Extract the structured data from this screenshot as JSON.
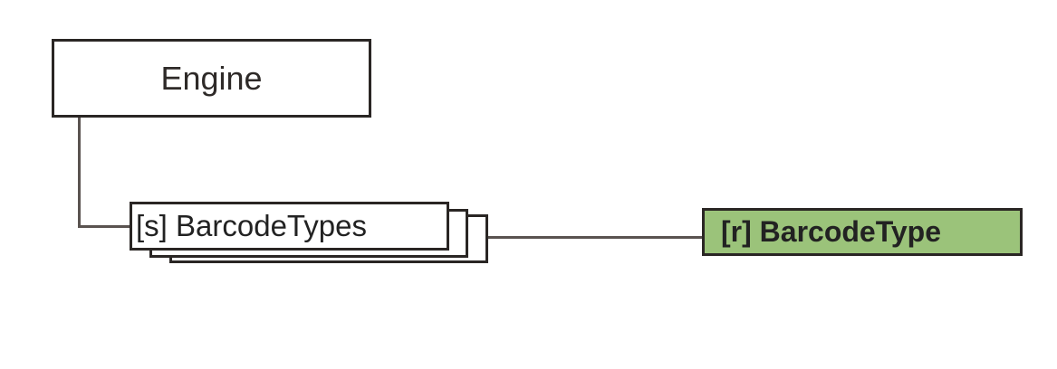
{
  "diagram": {
    "type": "schema-tree",
    "nodes": [
      {
        "id": "engine",
        "label": "Engine",
        "kind": "root"
      },
      {
        "id": "barcodetypes",
        "label": "[s] BarcodeTypes",
        "kind": "sequence-collection"
      },
      {
        "id": "barcodetype",
        "label": "[r] BarcodeType",
        "kind": "reference",
        "fill": "#9bc37a"
      }
    ],
    "edges": [
      {
        "from": "engine",
        "to": "barcodetypes"
      },
      {
        "from": "barcodetypes",
        "to": "barcodetype"
      }
    ]
  },
  "colors": {
    "border": "#2a2624",
    "connector": "#5a5350",
    "reference_fill": "#9bc37a",
    "background": "#ffffff"
  }
}
